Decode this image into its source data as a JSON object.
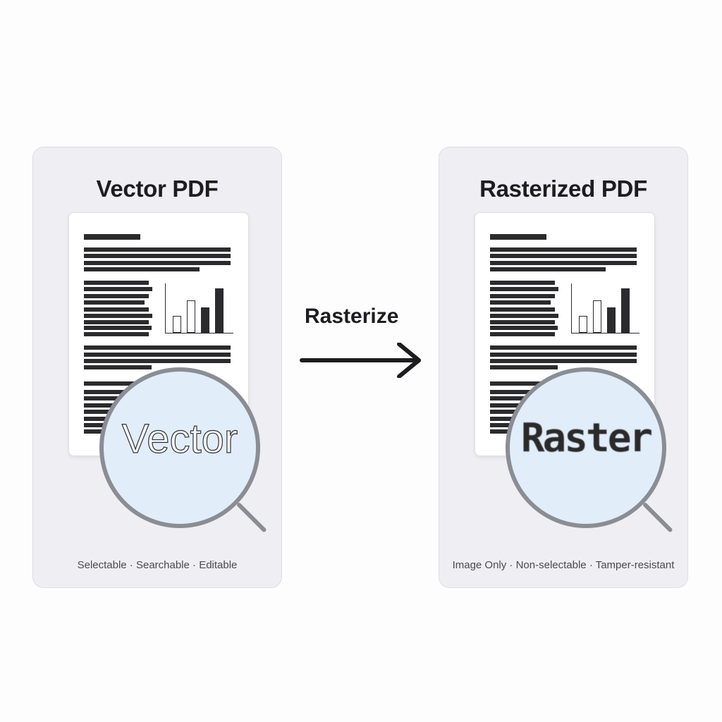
{
  "left_panel": {
    "title": "Vector PDF",
    "magnifier_text": "Vector",
    "caption": "Selectable · Searchable · Editable"
  },
  "right_panel": {
    "title": "Rasterized PDF",
    "magnifier_text": "Raster",
    "caption": "Image Only · Non-selectable · Tamper-resistant"
  },
  "transition": {
    "label": "Rasterize",
    "icon": "arrow-right-icon"
  },
  "document_icon": {
    "mini_chart_bars": [
      {
        "height": 24,
        "style": "outline"
      },
      {
        "height": 46,
        "style": "outline"
      },
      {
        "height": 36,
        "style": "filled"
      },
      {
        "height": 63,
        "style": "filled"
      }
    ]
  },
  "colors": {
    "panel_bg": "#efeff3",
    "ink": "#2b2b2e",
    "lens_fill": "#e2edfa",
    "lens_rim": "#8a8e94"
  }
}
